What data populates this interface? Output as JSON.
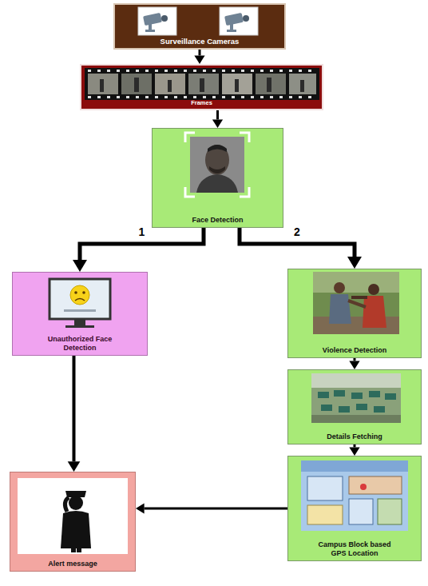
{
  "diagram": {
    "nodes": [
      {
        "text": [
          "Surveillance Cameras"
        ]
      },
      {
        "text": [
          "Frames"
        ]
      },
      {
        "text": [
          "Face Detection"
        ]
      },
      {
        "text": [
          "Unauthorized Face Detection"
        ]
      },
      {
        "text": [
          "Violence Detection"
        ]
      },
      {
        "text": [
          "Details Fetching"
        ]
      },
      {
        "text": [
          "Campus Block based GPS Location"
        ]
      },
      {
        "text": [
          "Alert message"
        ]
      }
    ],
    "edges": [
      {
        "from": 0,
        "to": 1,
        "arrow": "to"
      },
      {
        "from": 1,
        "to": 2,
        "arrow": "to"
      },
      {
        "from": 2,
        "to": 3,
        "arrow": "to",
        "label": "1"
      },
      {
        "from": 2,
        "to": 4,
        "arrow": "to",
        "label": "2"
      },
      {
        "from": 4,
        "to": 5,
        "arrow": "to"
      },
      {
        "from": 5,
        "to": 6,
        "arrow": "to"
      },
      {
        "from": 3,
        "to": 7,
        "arrow": "to"
      },
      {
        "from": 6,
        "to": 7,
        "arrow": "to"
      }
    ]
  }
}
